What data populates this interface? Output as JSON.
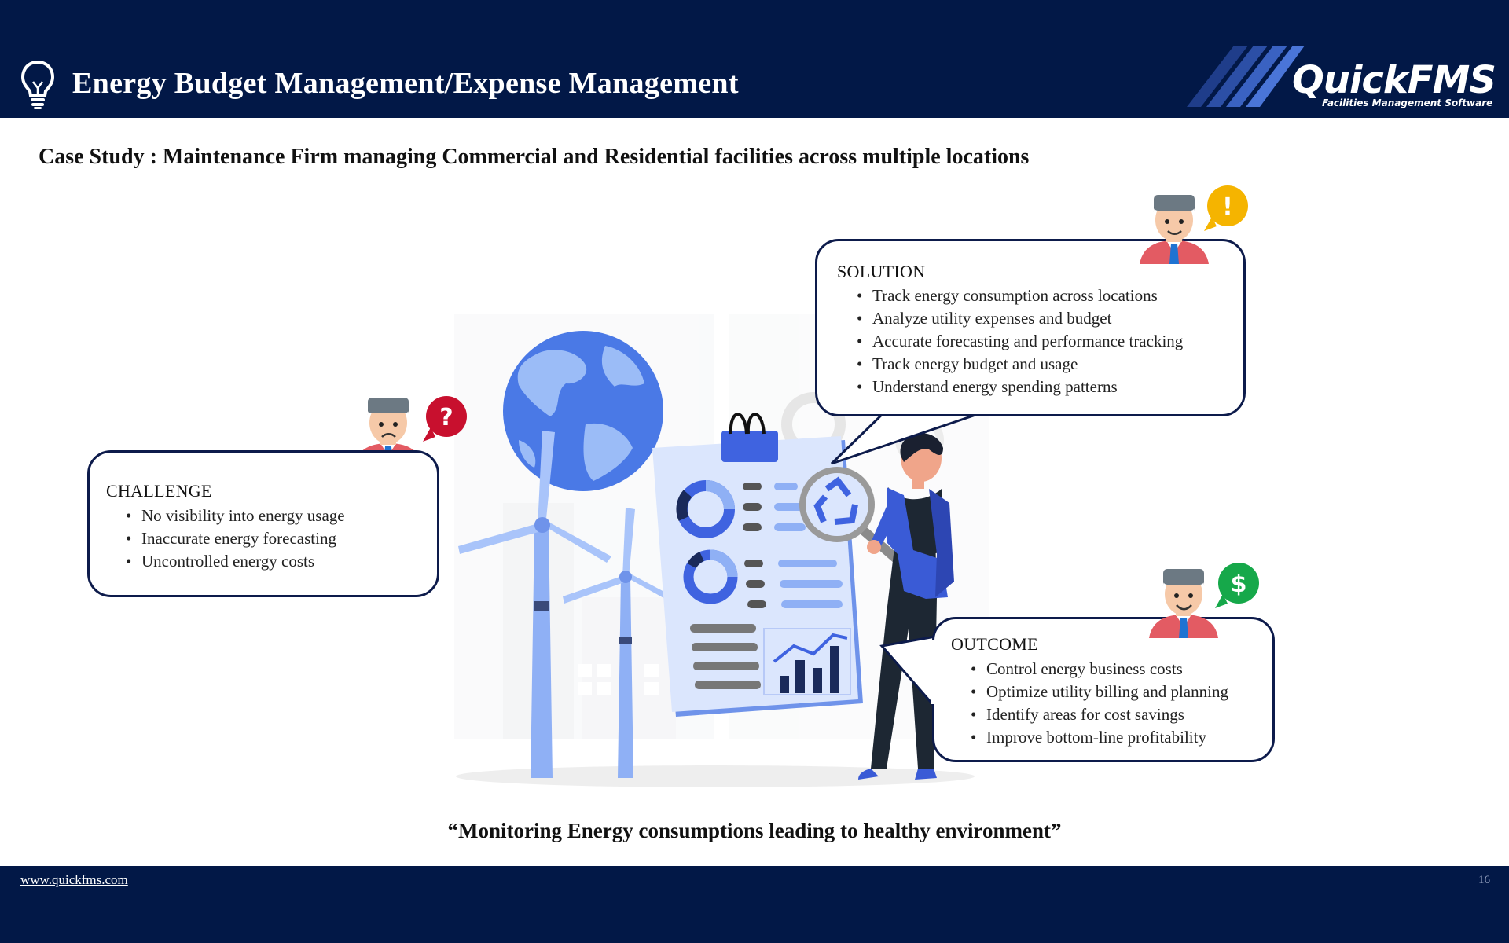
{
  "header": {
    "title": "Energy Budget Management/Expense Management",
    "logo_name": "QuickFMS",
    "logo_tagline": "Facilities Management Software",
    "icon": "lightbulb-icon"
  },
  "case_study": "Case Study : Maintenance Firm managing Commercial and Residential facilities across multiple locations",
  "challenge": {
    "heading": "CHALLENGE",
    "badge_symbol": "?",
    "badge_color": "#c8102e",
    "items": [
      "No visibility into energy usage",
      "Inaccurate energy forecasting",
      "Uncontrolled energy costs"
    ]
  },
  "solution": {
    "heading": "SOLUTION",
    "badge_symbol": "!",
    "badge_color": "#f5b400",
    "items": [
      "Track energy consumption across locations",
      "Analyze utility expenses and budget",
      "Accurate forecasting and performance tracking",
      "Track energy budget and usage",
      "Understand energy spending patterns"
    ]
  },
  "outcome": {
    "heading": "OUTCOME",
    "badge_symbol": "$",
    "badge_color": "#16a84a",
    "items": [
      "Control energy business costs",
      "Optimize utility billing and planning",
      "Identify areas for cost savings",
      "Improve bottom-line profitability"
    ]
  },
  "quote": "“Monitoring Energy consumptions leading to healthy environment”",
  "footer": {
    "link": "www.quickfms.com",
    "page_number": "16"
  },
  "colors": {
    "navy": "#021847",
    "accent_blue": "#3f63e0",
    "light_blue": "#8fb0f5"
  }
}
